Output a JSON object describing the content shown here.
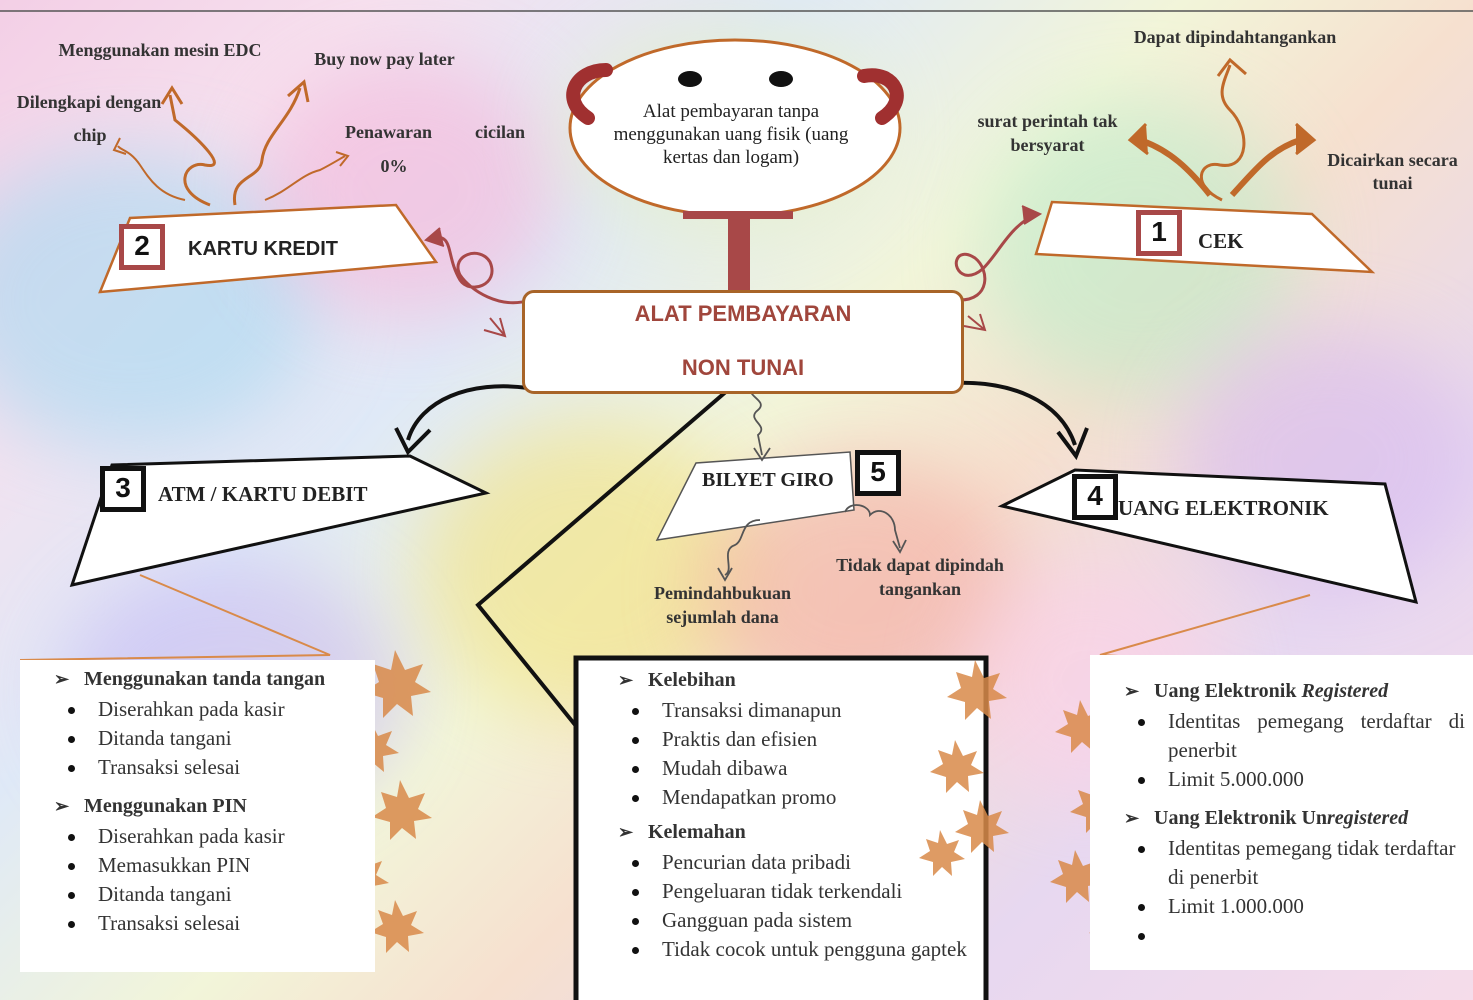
{
  "center": {
    "line1": "ALAT PEMBAYARAN",
    "line2": "NON TUNAI",
    "definition": "Alat pembayaran tanpa menggunakan uang fisik (uang kertas dan logam)"
  },
  "cek": {
    "number": "1",
    "title": "CEK",
    "features": {
      "top": "Dapat dipindahtangankan",
      "left_l1": "surat perintah tak",
      "left_l2": "bersyarat",
      "right_l1": "Dicairkan secara",
      "right_l2": "tunai"
    }
  },
  "kartu_kredit": {
    "number": "2",
    "title": "KARTU KREDIT",
    "features": {
      "edc": "Menggunakan mesin EDC",
      "bnpl": "Buy now pay later",
      "chip_l1": "Dilengkapi dengan",
      "chip_l2": "chip",
      "cicilan_a": "Penawaran",
      "cicilan_b": "cicilan",
      "cicilan_c": "0%"
    }
  },
  "atm": {
    "number": "3",
    "title": "ATM / KARTU DEBIT",
    "sections": [
      {
        "heading": "Menggunakan tanda tangan",
        "items": [
          "Diserahkan pada kasir",
          "Ditanda tangani",
          "Transaksi selesai"
        ]
      },
      {
        "heading": "Menggunakan PIN",
        "items": [
          "Diserahkan pada kasir",
          "Memasukkan PIN",
          "Ditanda tangani",
          "Transaksi selesai"
        ]
      }
    ]
  },
  "uang_elektronik": {
    "number": "4",
    "title": "UANG ELEKTRONIK",
    "sections": [
      {
        "heading_plain": "Uang Elektronik ",
        "heading_italic": "Registered",
        "items": [
          "Identitas pemegang terdaftar di penerbit",
          "Limit 5.000.000"
        ]
      },
      {
        "heading_plain": "Uang Elektronik Un",
        "heading_italic": "registered",
        "items": [
          "Identitas pemegang tidak terdaftar di penerbit",
          "Limit 1.000.000",
          ""
        ]
      }
    ]
  },
  "bilyet_giro": {
    "number": "5",
    "title": "BILYET GIRO",
    "features": {
      "left_l1": "Pemindahbukuan",
      "left_l2": "sejumlah dana",
      "right_l1": "Tidak dapat dipindah",
      "right_l2": "tangankan"
    }
  },
  "summary": {
    "sections": [
      {
        "heading": "Kelebihan",
        "items": [
          "Transaksi dimanapun",
          "Praktis dan efisien",
          "Mudah dibawa",
          "Mendapatkan promo"
        ]
      },
      {
        "heading": "Kelemahan",
        "items": [
          "Pencurian data pribadi",
          "Pengeluaran tidak terkendali",
          "Gangguan pada sistem",
          "Tidak cocok untuk pengguna gaptek"
        ]
      }
    ]
  },
  "colors": {
    "accent_orange": "#c0692a",
    "accent_red": "#a84848",
    "arrow_dark": "#111111",
    "leaf_orange": "#d98a4a"
  }
}
